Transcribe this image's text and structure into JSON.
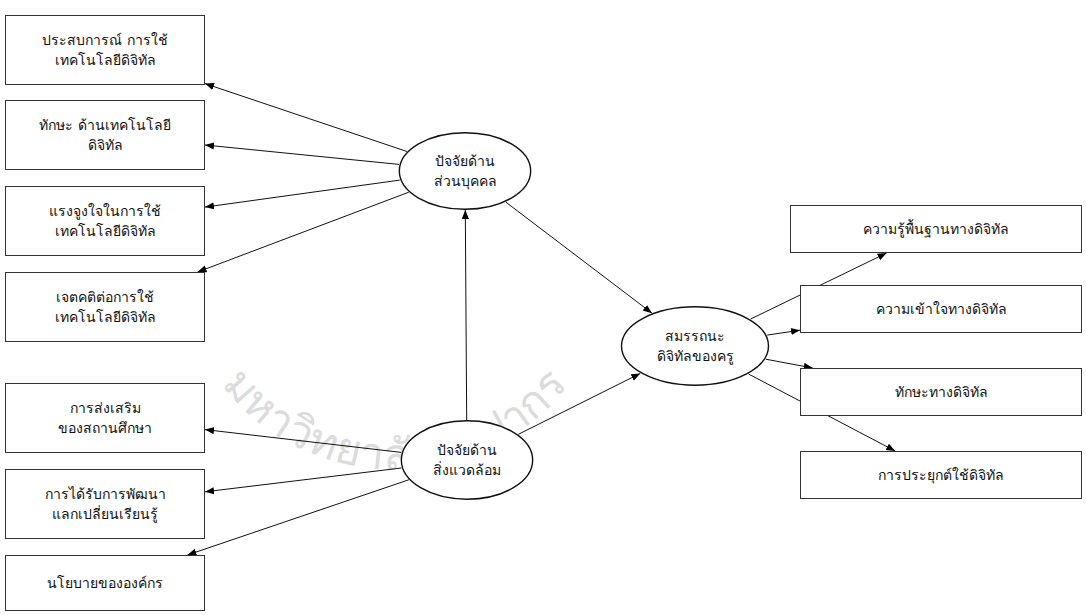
{
  "diagram": {
    "nodes": [
      {
        "text": [
          "ประสบการณ์ การใช้เทคโนโลยีดิจิทัล"
        ]
      },
      {
        "text": [
          "ทักษะ ด้านเทคโนโลยีดิจิทัล"
        ]
      },
      {
        "text": [
          "แรงจูงใจในการใช้ เทคโนโลยีดิจิทัล"
        ]
      },
      {
        "text": [
          "เจตคติต่อการใช้ เทคโนโลยีดิจิทัล"
        ]
      },
      {
        "text": [
          "ปัจจัยด้าน ส่วนบุคคล"
        ]
      },
      {
        "text": [
          "สมรรถนะ ดิจิทัลของครู"
        ]
      },
      {
        "text": [
          "ความรู้พื้นฐานทางดิจิทัล"
        ]
      },
      {
        "text": [
          "ความเข้าใจทางดิจิทัล"
        ]
      },
      {
        "text": [
          "ทักษะทางดิจิทัล"
        ]
      },
      {
        "text": [
          "การประยุกต์ใช้ดิจิทัล"
        ]
      },
      {
        "text": [
          "การส่งเสริม ของสถานศึกษา"
        ]
      },
      {
        "text": [
          "การได้รับการพัฒนา แลกเปลี่ยนเรียนรู้"
        ]
      },
      {
        "text": [
          "นโยบายขององค์กร"
        ]
      },
      {
        "text": [
          "ปัจจัยด้าน สิ่งแวดล้อม"
        ]
      }
    ],
    "edges": [
      {
        "from": 4,
        "to": 0,
        "arrow": "to"
      },
      {
        "from": 4,
        "to": 1,
        "arrow": "to"
      },
      {
        "from": 4,
        "to": 2,
        "arrow": "to"
      },
      {
        "from": 4,
        "to": 3,
        "arrow": "to"
      },
      {
        "from": 4,
        "to": 5,
        "arrow": "to"
      },
      {
        "from": 13,
        "to": 4,
        "arrow": "to"
      },
      {
        "from": 13,
        "to": 5,
        "arrow": "to"
      },
      {
        "from": 13,
        "to": 10,
        "arrow": "to"
      },
      {
        "from": 13,
        "to": 11,
        "arrow": "to"
      },
      {
        "from": 13,
        "to": 12,
        "arrow": "to"
      },
      {
        "from": 5,
        "to": 6,
        "arrow": "to"
      },
      {
        "from": 5,
        "to": 7,
        "arrow": "to"
      },
      {
        "from": 5,
        "to": 8,
        "arrow": "to"
      },
      {
        "from": 5,
        "to": 9,
        "arrow": "to"
      }
    ],
    "labels": [
      "มหาวิทยาลัยศิลปากร"
    ]
  }
}
